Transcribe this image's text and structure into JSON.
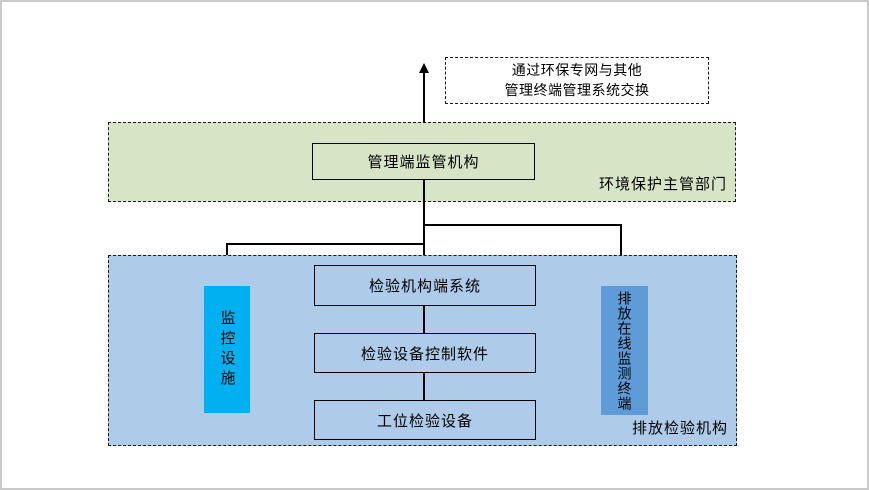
{
  "diagram": {
    "top_note": {
      "line1": "通过环保专网与其他",
      "line2": "管理终端管理系统交换"
    },
    "env_region": {
      "label": "环境保护主管部门",
      "fill": "#d7e5c7",
      "mgmt_box_label": "管理端监管机构"
    },
    "emission_region": {
      "label": "排放检验机构",
      "fill": "#aecbe9",
      "system_box_label": "检验机构端系统",
      "software_box_label": "检验设备控制软件",
      "equipment_box_label": "工位检验设备",
      "monitor_box": {
        "label": "监控设施",
        "fill": "#00b0f0"
      },
      "terminal_box": {
        "label": "排放在线监测终端",
        "fill": "#5e9bd7"
      }
    },
    "connector_color": "#000000"
  }
}
